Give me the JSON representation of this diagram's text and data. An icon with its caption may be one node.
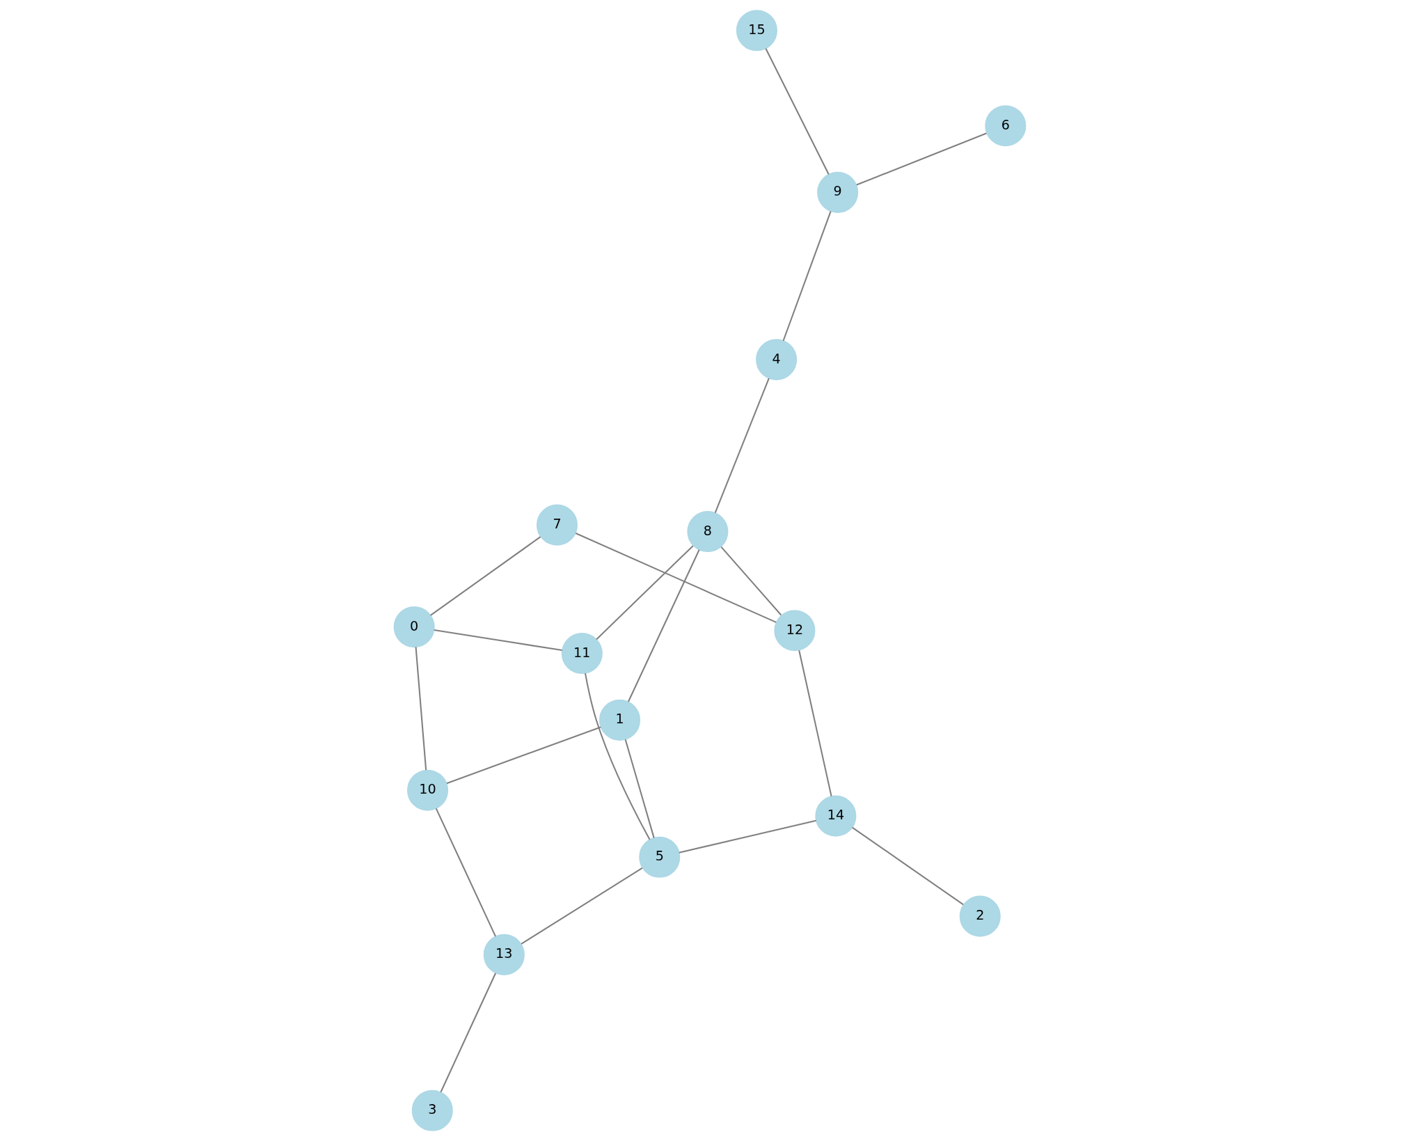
{
  "diagram": {
    "nodes": [
      {
        "text": [
          "0"
        ]
      },
      {
        "text": [
          "1"
        ]
      },
      {
        "text": [
          "2"
        ]
      },
      {
        "text": [
          "3"
        ]
      },
      {
        "text": [
          "4"
        ]
      },
      {
        "text": [
          "5"
        ]
      },
      {
        "text": [
          "6"
        ]
      },
      {
        "text": [
          "7"
        ]
      },
      {
        "text": [
          "8"
        ]
      },
      {
        "text": [
          "9"
        ]
      },
      {
        "text": [
          "10"
        ]
      },
      {
        "text": [
          "11"
        ]
      },
      {
        "text": [
          "12"
        ]
      },
      {
        "text": [
          "13"
        ]
      },
      {
        "text": [
          "14"
        ]
      },
      {
        "text": [
          "15"
        ]
      }
    ],
    "edges": [
      {
        "from": 0,
        "to": 10,
        "arrow": "none"
      },
      {
        "from": 0,
        "to": 7,
        "arrow": "none"
      },
      {
        "from": 0,
        "to": 11,
        "arrow": "none"
      },
      {
        "from": 10,
        "to": 13,
        "arrow": "none"
      },
      {
        "from": 10,
        "to": 1,
        "arrow": "none"
      },
      {
        "from": 13,
        "to": 3,
        "arrow": "none"
      },
      {
        "from": 13,
        "to": 5,
        "arrow": "none"
      },
      {
        "from": 1,
        "to": 5,
        "arrow": "none"
      },
      {
        "from": 1,
        "to": 8,
        "arrow": "none"
      },
      {
        "from": 11,
        "to": 5,
        "arrow": "none"
      },
      {
        "from": 11,
        "to": 8,
        "arrow": "none"
      },
      {
        "from": 7,
        "to": 12,
        "arrow": "none"
      },
      {
        "from": 12,
        "to": 8,
        "arrow": "none"
      },
      {
        "from": 12,
        "to": 14,
        "arrow": "none"
      },
      {
        "from": 5,
        "to": 14,
        "arrow": "none"
      },
      {
        "from": 14,
        "to": 2,
        "arrow": "none"
      },
      {
        "from": 8,
        "to": 4,
        "arrow": "none"
      },
      {
        "from": 4,
        "to": 9,
        "arrow": "none"
      },
      {
        "from": 9,
        "to": 6,
        "arrow": "none"
      },
      {
        "from": 9,
        "to": 15,
        "arrow": "none"
      }
    ]
  }
}
